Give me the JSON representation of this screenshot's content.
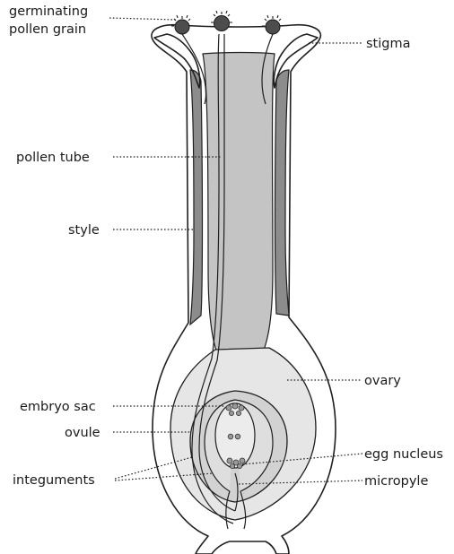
{
  "labels": {
    "germinating_pollen_grain": [
      "germinating",
      "pollen grain"
    ],
    "stigma": "stigma",
    "pollen_tube": "pollen tube",
    "style": "style",
    "ovary": "ovary",
    "embryo_sac": "embryo sac",
    "ovule": "ovule",
    "egg_nucleus": "egg nucleus",
    "integuments": "integuments",
    "micropyle": "micropyle"
  },
  "colors": {
    "tissue_light": "#dcdcdc",
    "tissue_mid": "#c4c4c4",
    "tissue_dark": "#8c8c8c",
    "embryo_sac": "#ececec",
    "pollen_grain": "#4d4d4d",
    "outline": "#1f1f1f"
  }
}
